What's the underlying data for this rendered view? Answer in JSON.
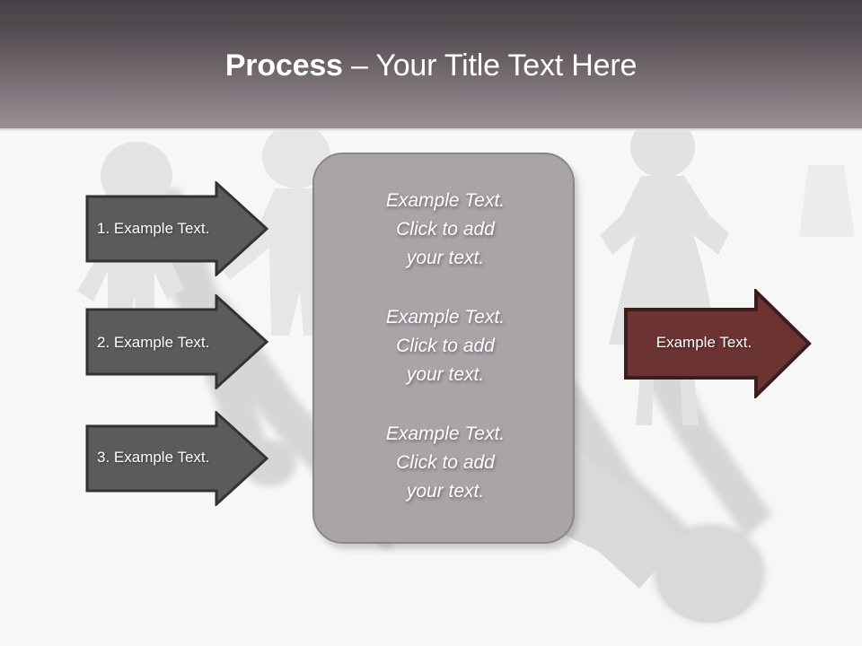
{
  "slide": {
    "title_bold": "Process ",
    "title_rest": "– Your Title Text Here",
    "background_color": "#f7f7f7",
    "header_top_color": "#474246",
    "header_bottom_color": "#989094"
  },
  "process_steps": [
    {
      "label": "1. Example Text.",
      "fill": "#5b5b5b",
      "stroke": "#333333"
    },
    {
      "label": "2. Example Text.",
      "fill": "#5b5b5b",
      "stroke": "#333333"
    },
    {
      "label": "3. Example Text.",
      "fill": "#5b5b5b",
      "stroke": "#333333"
    }
  ],
  "center_panel": {
    "fill": "#a9a4a8",
    "stroke": "#8a8589",
    "paragraphs": [
      "Example Text.\nClick  to add\nyour text.",
      "Example Text.\nClick  to add\nyour text.",
      "Example Text.\nClick  to add\nyour text."
    ]
  },
  "result_arrow": {
    "label": "Example Text.",
    "fill": "#6b3331",
    "stroke": "#3d1d1c"
  },
  "background_art": {
    "figure_fill": "#e2e2e2",
    "shadow_fill": "#d5d5d5",
    "description": "paper cut-out people silhouettes"
  }
}
